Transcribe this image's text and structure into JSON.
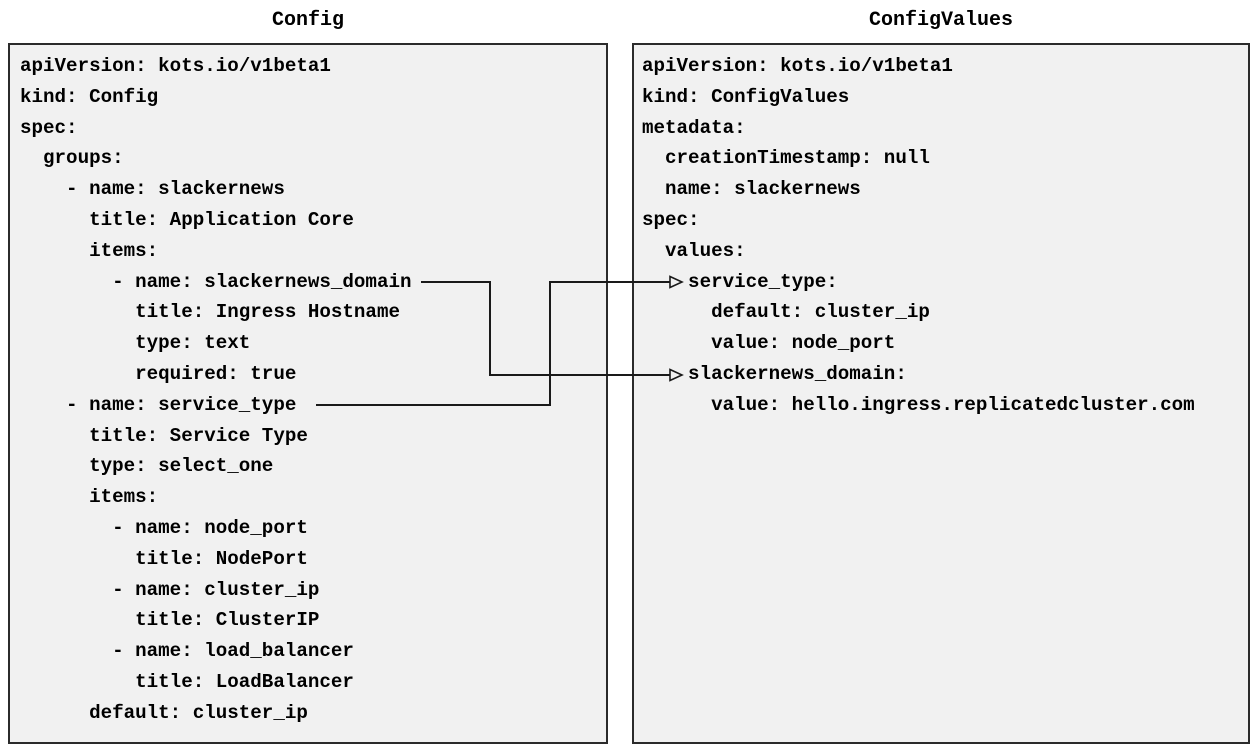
{
  "page": {
    "background_color": "#ffffff",
    "box_background_color": "#f1f1f1",
    "box_border_color": "#2b2b2b",
    "text_color": "#000000",
    "arrow_color": "#1a1a1a"
  },
  "left_panel": {
    "title": "Config",
    "yaml_lines": [
      "apiVersion: kots.io/v1beta1",
      "kind: Config",
      "spec:",
      "  groups:",
      "    - name: slackernews",
      "      title: Application Core",
      "      items:",
      "        - name: slackernews_domain",
      "          title: Ingress Hostname",
      "          type: text",
      "          required: true",
      "    - name: service_type",
      "      title: Service Type",
      "      type: select_one",
      "      items:",
      "        - name: node_port",
      "          title: NodePort",
      "        - name: cluster_ip",
      "          title: ClusterIP",
      "        - name: load_balancer",
      "          title: LoadBalancer",
      "      default: cluster_ip"
    ]
  },
  "right_panel": {
    "title": "ConfigValues",
    "yaml_lines": [
      "apiVersion: kots.io/v1beta1",
      "kind: ConfigValues",
      "metadata:",
      "  creationTimestamp: null",
      "  name: slackernews",
      "spec:",
      "  values:",
      "    service_type:",
      "      default: cluster_ip",
      "      value: node_port",
      "    slackernews_domain:",
      "      value: hello.ingress.replicatedcluster.com"
    ]
  },
  "connections": [
    {
      "source": "Config item name: slackernews_domain",
      "target": "ConfigValues key: slackernews_domain"
    },
    {
      "source": "Config item name: service_type",
      "target": "ConfigValues key: service_type"
    }
  ]
}
